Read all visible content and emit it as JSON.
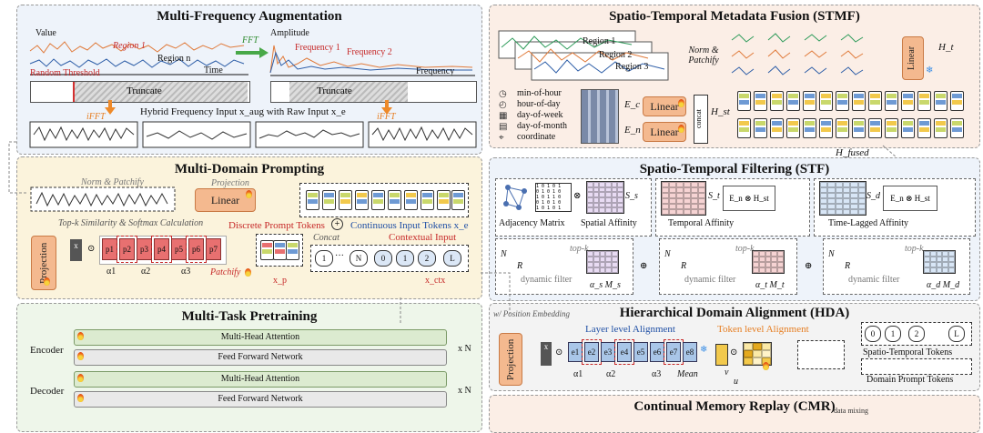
{
  "panels": {
    "mfa": {
      "title": "Multi-Frequency Augmentation",
      "y_label": "Value",
      "amplitude_label": "Amplitude",
      "time_label": "Time",
      "frequency_label": "Frequency",
      "region1": "Region 1",
      "region_n": "Region n",
      "freq1": "Frequency 1",
      "freq2": "Frequency 2",
      "fft": "FFT",
      "random_threshold": "Random Threshold",
      "truncate": "Truncate",
      "ifft": "iFFT",
      "hybrid_caption": "Hybrid Frequency Input x_aug with Raw Input x_e"
    },
    "mdp": {
      "title": "Multi-Domain Prompting",
      "norm_patchify": "Norm & Patchify",
      "projection_small": "Projection",
      "linear": "Linear",
      "topk": "Top-k Similarity & Softmax Calculation",
      "discrete_prompt_tokens": "Discrete Prompt Tokens",
      "continuous_input_tokens": "Continuous Input Tokens x_e",
      "projection": "Projection",
      "concat": "Concat",
      "contextual_input": "Contextual Input",
      "patchify": "Patchify",
      "xp": "x_p",
      "xctx": "x_ctx",
      "prompts": [
        "p1",
        "p2",
        "p3",
        "p4",
        "p5",
        "p6",
        "p7"
      ],
      "alphas": [
        "α1",
        "α2",
        "α3"
      ],
      "ctx_tokens": [
        "1",
        "N",
        "0",
        "1",
        "2",
        "L"
      ]
    },
    "mtp": {
      "title": "Multi-Task Pretraining",
      "encoder": "Encoder",
      "decoder": "Decoder",
      "mha": "Multi-Head Attention",
      "ffn": "Feed Forward Network",
      "xn": "x N"
    },
    "stmf": {
      "title": "Spatio-Temporal Metadata Fusion (STMF)",
      "regions": [
        "Region 1",
        "Region 2",
        "Region 3"
      ],
      "norm_patchify": "Norm & Patchify",
      "linear": "Linear",
      "ht": "H_t",
      "hst": "H_st",
      "hfused": "H_fused",
      "ec": "E_c",
      "en": "E_n",
      "concat": "concat",
      "meta": [
        "min-of-hour",
        "hour-of-day",
        "day-of-week",
        "day-of-month",
        "coordinate"
      ]
    },
    "stf": {
      "title": "Spatio-Temporal Filtering (STF)",
      "adjacency": "Adjacency Matrix",
      "spatial_aff": "Spatial Affinity",
      "temporal_aff": "Temporal Affinity",
      "lagged_aff": "Time-Lagged Affinity",
      "ss": "S_s",
      "st": "S_t",
      "sd": "S_d",
      "en_hst": "E_n ⊗ H_st",
      "dynamic_filter": "dynamic filter",
      "topk": "top-k",
      "n": "N",
      "r": "R",
      "as_ms": "α_s M_s",
      "at_mt": "α_t M_t",
      "ad_md": "α_d M_d"
    },
    "hda": {
      "title": "Hierarchical Domain Alignment (HDA)",
      "pos_embedding": "w/ Position Embedding",
      "layer_align": "Layer level Alignment",
      "token_align": "Token level Alignment",
      "projection": "Projection",
      "mean": "Mean",
      "st_tokens": "Spatio-Temporal Tokens",
      "dp_tokens": "Domain Prompt Tokens",
      "etoks": [
        "e1",
        "e2",
        "e3",
        "e4",
        "e5",
        "e6",
        "e7",
        "e8"
      ],
      "alphas": [
        "α1",
        "α2",
        "α3"
      ],
      "v": "v",
      "u": "u",
      "right_tokens": [
        "0",
        "1",
        "2",
        "L"
      ]
    },
    "cmr": {
      "title": "Continual Memory Replay (CMR)",
      "data_mixing": "data mixing"
    }
  },
  "colors": {
    "mfa_bg": "#eef3fa",
    "mdp_bg": "#fbf3dc",
    "mtp_bg": "#eef6ea",
    "stmf_bg": "#fbeee6",
    "stf_bg": "#eef3fa",
    "hda_bg": "#f3f3f3",
    "cmr_bg": "#fbeee6"
  }
}
